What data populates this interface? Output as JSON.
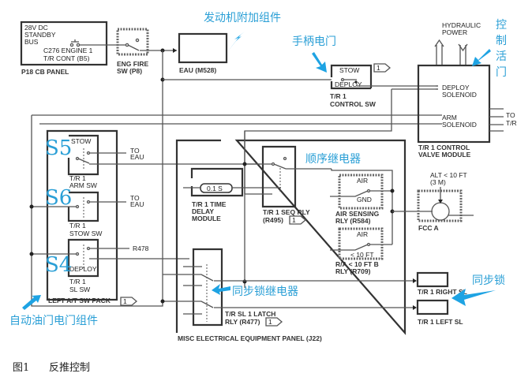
{
  "figure": {
    "caption_number": "图1",
    "caption_title": "反推控制"
  },
  "blocks": {
    "cb_panel": {
      "lines": [
        "28V DC",
        "STANDBY",
        "BUS"
      ],
      "breaker": [
        "C276 ENGINE 1",
        "T/R CONT (B5)"
      ],
      "label": "P18 CB PANEL"
    },
    "eng_fire_sw": {
      "label": [
        "ENG FIRE",
        "SW (P8)"
      ]
    },
    "eau": {
      "label": "EAU (M528)"
    },
    "control_sw": {
      "top": "STOW",
      "bottom": "DEPLOY",
      "label": [
        "T/R 1",
        "CONTROL SW"
      ],
      "note": "1"
    },
    "hydraulic": {
      "label": [
        "HYDRAULIC",
        "POWER"
      ]
    },
    "valve_module": {
      "deploy": [
        "DEPLOY",
        "SOLENOID"
      ],
      "arm": [
        "ARM",
        "SOLENOID"
      ],
      "to": [
        "TO",
        "T/R"
      ],
      "label": [
        "T/R 1 CONTROL",
        "VALVE MODULE"
      ]
    },
    "arm_sw": {
      "top": "STOW",
      "to": [
        "TO",
        "EAU"
      ],
      "label": [
        "T/R 1",
        "ARM SW"
      ]
    },
    "stow_sw": {
      "to": [
        "TO",
        "EAU"
      ],
      "label": [
        "T/R 1",
        "STOW SW"
      ]
    },
    "sl_sw": {
      "to": "R478",
      "inner": "DEPLOY",
      "label": [
        "T/R 1",
        "SL SW"
      ]
    },
    "sw_pack": {
      "label": "LEFT A/T SW PACK",
      "note": "1"
    },
    "time_delay": {
      "value": "0.1 S",
      "label": [
        "T/R 1 TIME",
        "DELAY",
        "MODULE"
      ]
    },
    "seq_rly": {
      "label": [
        "T/R 1 SEQ RLY",
        "(R495)"
      ],
      "note": "1"
    },
    "air_sensing": {
      "top": "AIR",
      "bottom": "GND",
      "label": [
        "AIR SENSING",
        "RLY (R584)"
      ]
    },
    "ra_rly": {
      "top": "AIR",
      "bottom": "< 10 FT",
      "label": [
        "R/A < 10 FT B",
        "RLY (R709)"
      ]
    },
    "fcc": {
      "alt": [
        "ALT < 10 FT",
        "(3 M)"
      ],
      "label": "FCC A"
    },
    "latch_rly": {
      "label": [
        "T/R SL 1 LATCH",
        "RLY (R477)"
      ],
      "note": "1"
    },
    "misc_panel": {
      "label": "MISC ELECTRICAL EQUIPMENT PANEL (J22)"
    },
    "right_sl": {
      "label": "T/R 1 RIGHT SL"
    },
    "left_sl": {
      "label": "T/R 1 LEFT SL"
    }
  },
  "annotations": {
    "engine_accessory": "发动机附加组件",
    "handle_switch": "手柄电门",
    "control_valve": [
      "控",
      "制",
      "活",
      "门"
    ],
    "sequence_relay": "顺序继电器",
    "sync_lock_relay": "同步锁继电器",
    "sync_lock": "同步锁",
    "autothrottle_pack": "自动油门电门组件",
    "s5": "S5",
    "s6": "S6",
    "s4": "S4"
  }
}
